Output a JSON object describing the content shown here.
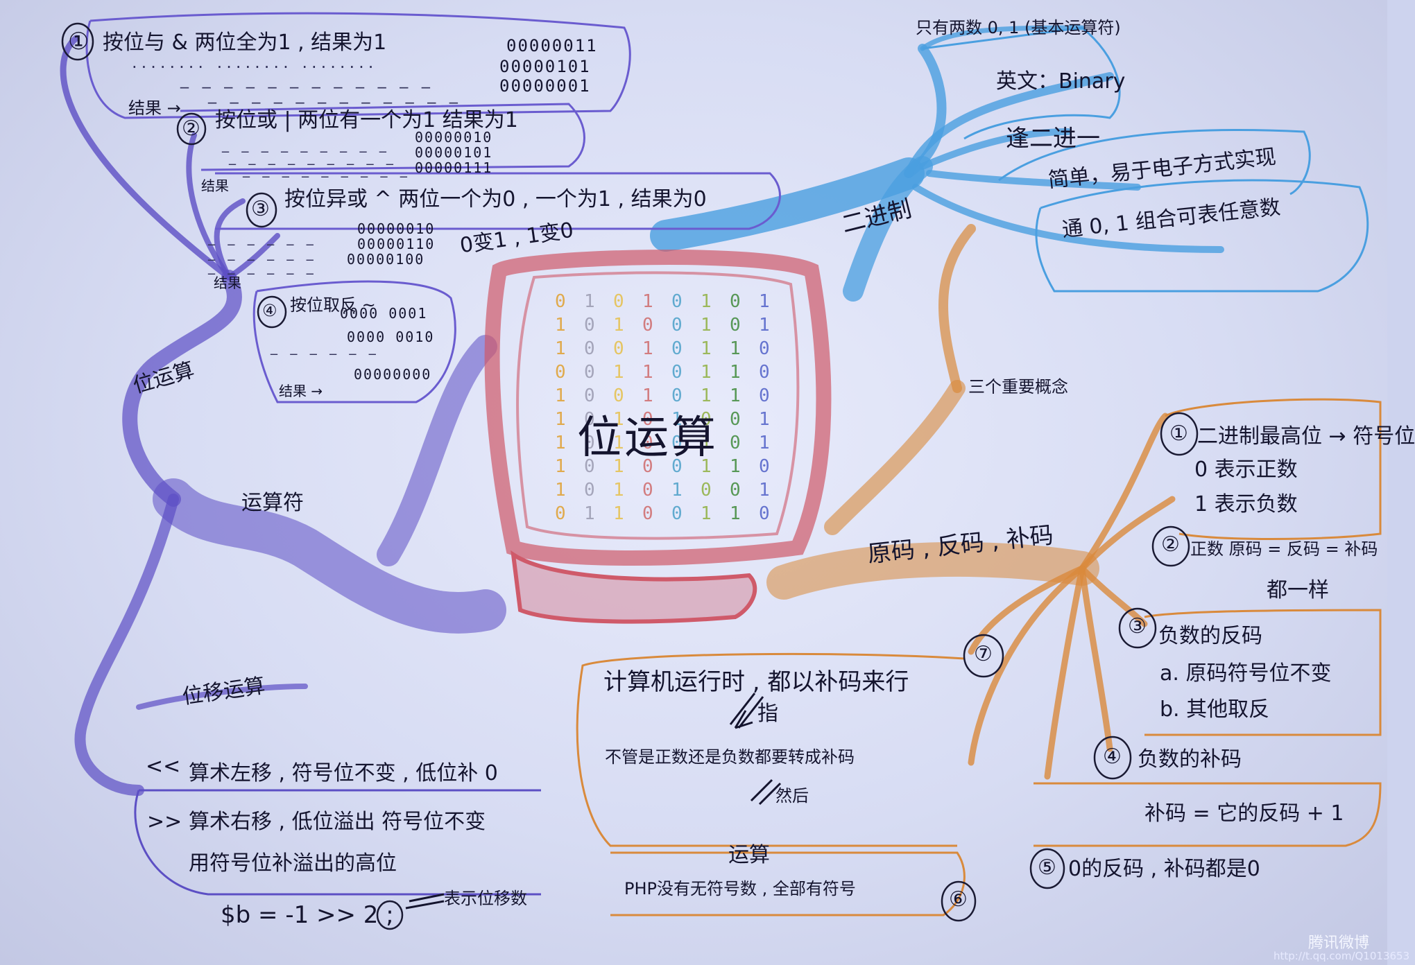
{
  "center": {
    "title": "位运算",
    "screen_digits": [
      "0",
      "1",
      "0",
      "1",
      "0",
      "1",
      "0",
      "1",
      "1",
      "0",
      "1",
      "0",
      "0",
      "1",
      "0",
      "1",
      "1",
      "0",
      "0",
      "1",
      "0",
      "1",
      "1",
      "0",
      "0",
      "0",
      "1",
      "1",
      "0",
      "1",
      "1",
      "0",
      "1",
      "0",
      "0",
      "1",
      "0",
      "1",
      "1",
      "0",
      "1",
      "0",
      "1",
      "0",
      "1",
      "0",
      "0",
      "1",
      "1",
      "0",
      "1",
      "0",
      "0",
      "1",
      "0",
      "1",
      "1",
      "0",
      "1",
      "0",
      "0",
      "1",
      "1",
      "0",
      "1",
      "0",
      "1",
      "0",
      "1",
      "0",
      "0",
      "1",
      "0",
      "1",
      "1",
      "0",
      "0",
      "1",
      "1",
      "0"
    ]
  },
  "binary": {
    "label": "二进制",
    "items": [
      "只有两数 0, 1 (基本运算符)",
      "英文：Binary",
      "逢二进一",
      "简单，易于电子方式实现",
      "通 0, 1 组合可表任意数"
    ]
  },
  "operators": {
    "label": "运算符",
    "bitwise": {
      "label": "位运算",
      "ops": [
        {
          "num": "①",
          "title": "按位与 &   两位全为1 , 结果为1",
          "lines": [
            {
              "dashes": "........  ........  ........",
              "bits": "00000011"
            },
            {
              "dashes": "_ _ _ _  _ _ _ _  _ _ _ _",
              "bits": "00000101"
            }
          ],
          "result_label": "结果 →",
          "result_dashes": "_ _ _ _  _ _ _ _  _ _ _ _",
          "result_bits": "00000001"
        },
        {
          "num": "②",
          "title": "按位或  |   两位有一个为1  结果为1",
          "lines": [
            {
              "dashes": "_ _ _  _ _ _  _ _ _",
              "bits": "00000010"
            },
            {
              "dashes": "_ _ _  _ _ _  _ _ _",
              "bits": "00000101"
            }
          ],
          "result_label": "结果",
          "result_dashes": "_ _ _  _ _ _  _ _ _",
          "result_bits": "00000111"
        },
        {
          "num": "③",
          "title": "按位异或 ^  两位一个为0 , 一个为1 , 结果为0",
          "lines": [
            {
              "dashes": "_ _ _ _ _ _",
              "bits": "00000010"
            },
            {
              "dashes": "_ _ _ _ _ _",
              "bits": "00000110"
            }
          ],
          "result_label": "结果",
          "result_dashes": "_ _ _ _ _ _",
          "result_bits": "00000100"
        },
        {
          "num": "④",
          "title": "按位取反 ~",
          "lines": [
            {
              "dashes": "",
              "bits": "0000 0001"
            },
            {
              "dashes": "_ _ _ _ _ _",
              "bits": "0000 0010"
            }
          ],
          "result_label": "结果 →",
          "result_dashes": "",
          "result_bits": "00000000"
        }
      ],
      "note": "0变1 , 1变0"
    },
    "shift": {
      "label": "位移运算",
      "lines": [
        {
          "op": "<<",
          "text": "算术左移 , 符号位不变 , 低位补 0"
        },
        {
          "op": ">>",
          "text": "算术右移 , 低位溢出 符号位不变"
        },
        {
          "op": "",
          "text": "用符号位补溢出的高位"
        }
      ],
      "example": "$b = -1 >> 2 ;",
      "example_note": "表示位移数"
    }
  },
  "concepts": {
    "label": "三个重要概念",
    "center_label": "原码 , 反码 , 补码",
    "items": [
      {
        "num": "①",
        "lines": [
          "二进制最高位 → 符号位",
          "0 表示正数",
          "1 表示负数"
        ]
      },
      {
        "num": "②",
        "lines": [
          "正数 原码 = 反码 = 补码",
          "都一样"
        ]
      },
      {
        "num": "③",
        "lines": [
          "负数的反码",
          "a. 原码符号位不变",
          "b. 其他取反"
        ]
      },
      {
        "num": "④",
        "lines": [
          "负数的补码",
          "补码 = 它的反码 + 1"
        ]
      },
      {
        "num": "⑤",
        "lines": [
          "0的反码 , 补码都是0"
        ]
      },
      {
        "num": "⑥",
        "lines": [
          "PHP没有无符号数 , 全部有符号"
        ]
      },
      {
        "num": "⑦",
        "lines": [
          "计算机运行时 , 都以补码来行"
        ]
      }
    ],
    "flow": {
      "arrow1": "指",
      "middle": "不管是正数还是负数都要转成补码",
      "arrow2": "然后",
      "arrow3": "运算"
    }
  },
  "watermark": {
    "brand": "腾讯微博",
    "url": "http://t.qq.com/Q1013653"
  },
  "colors": {
    "blue_branch": "#4a9fe0",
    "purple_branch": "#5c4fc4",
    "orange_branch": "#d98a3c",
    "red_monitor": "#cf5a6a"
  }
}
